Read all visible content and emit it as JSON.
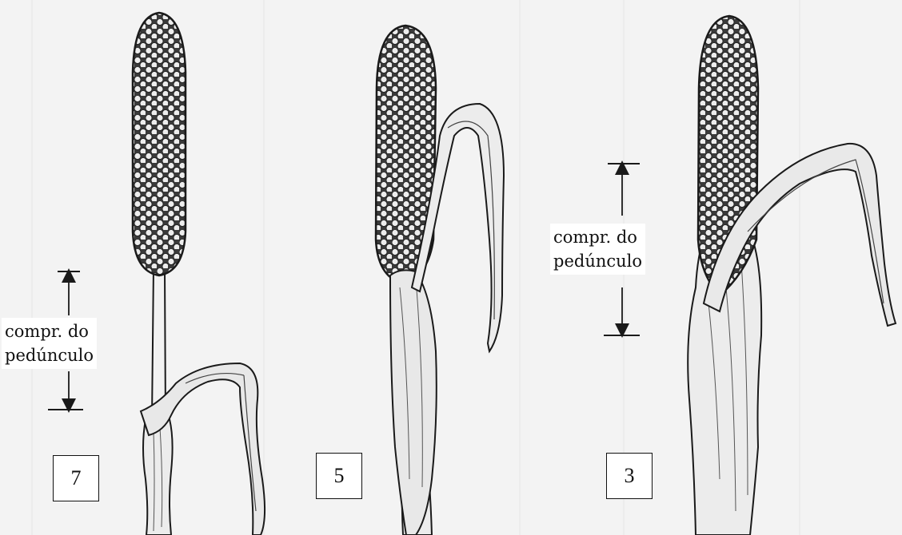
{
  "figure": {
    "panels": [
      {
        "score": "7",
        "peduncle_label": {
          "line1": "compr. do",
          "line2": "pedúnculo"
        }
      },
      {
        "score": "5"
      },
      {
        "score": "3",
        "peduncle_label": {
          "line1": "compr. do",
          "line2": "pedúnculo"
        }
      }
    ]
  },
  "colors": {
    "background": "#f3f3f3",
    "ink": "#1a1a1a",
    "panicle_fill": "#3a3a3a",
    "grain": "#ededed",
    "leaf_fill": "#e8e8e8"
  }
}
